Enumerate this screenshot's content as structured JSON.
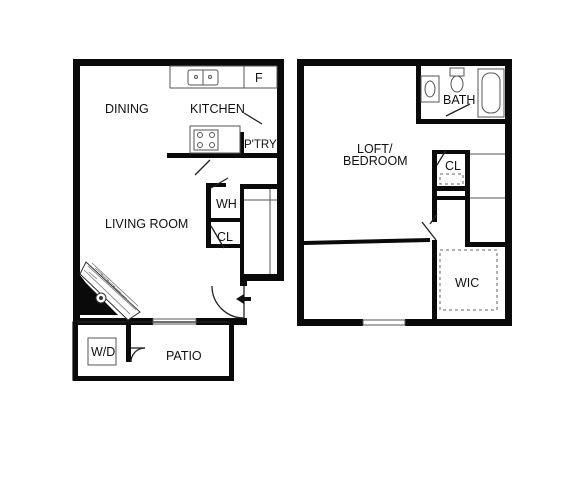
{
  "rooms": {
    "dining": "DINING",
    "kitchen": "KITCHEN",
    "fridge": "F",
    "pantry": "P'TRY",
    "water_heater": "WH",
    "closet_first": "CL",
    "living_room": "LIVING ROOM",
    "washer_dryer": "W/D",
    "patio": "PATIO",
    "bath": "BATH",
    "loft_line1": "LOFT/",
    "loft_line2": "BEDROOM",
    "closet_loft": "CL",
    "walk_in_closet": "WIC"
  },
  "icons": {
    "entry": "entry-arrow-icon",
    "fireplace": "fireplace-icon",
    "sink": "kitchen-sink-icon",
    "range": "stove-icon",
    "toilet": "toilet-icon",
    "tub": "bathtub-icon"
  },
  "colors": {
    "wall": "#0a0a0a",
    "background": "#ffffff"
  }
}
